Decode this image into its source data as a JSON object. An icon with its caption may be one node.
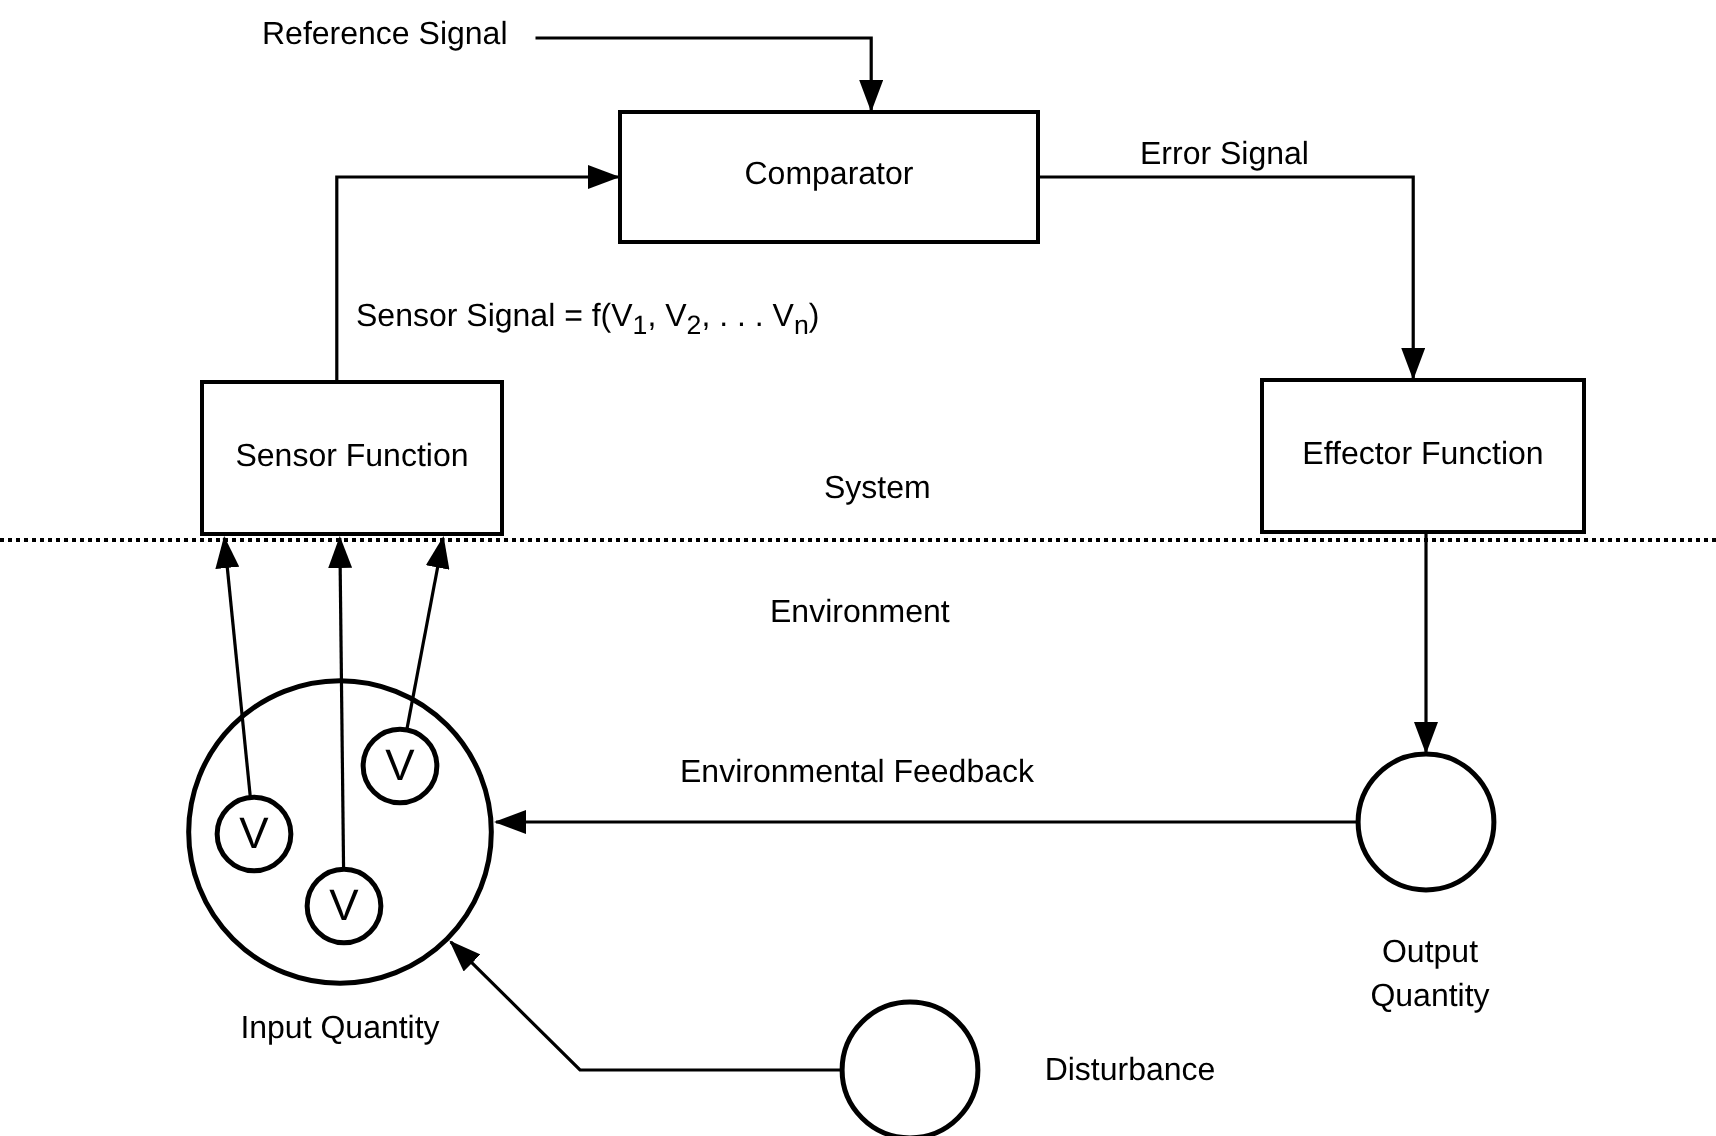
{
  "diagram": {
    "nodes": [
      {
        "text": [
          "Reference Signal"
        ]
      },
      {
        "text": [
          "Comparator"
        ]
      },
      {
        "text": [
          "Sensor Function"
        ]
      },
      {
        "text": [
          "Effector Function"
        ]
      },
      {
        "text": [],
        "shape": "circle",
        "beside": [
          "Input Quantity"
        ]
      },
      {
        "text": [
          "V"
        ],
        "in": 4
      },
      {
        "text": [
          "V"
        ],
        "in": 4
      },
      {
        "text": [
          "V"
        ],
        "in": 4
      },
      {
        "text": [],
        "shape": "circle",
        "beside": [
          "Output Quantity"
        ]
      },
      {
        "text": [],
        "shape": "circle",
        "beside": [
          "Disturbance"
        ]
      }
    ],
    "edges": [
      {
        "from": 0,
        "to": 1,
        "arrow": "to"
      },
      {
        "from": 2,
        "to": 1,
        "arrow": "to",
        "label": "Sensor Signal = f(V$_{1}$, V$_{2}$, . . . V$_{n}$)"
      },
      {
        "from": 1,
        "to": 3,
        "arrow": "to",
        "label": "Error Signal"
      },
      {
        "from": 3,
        "to": 8,
        "arrow": "to"
      },
      {
        "from": 8,
        "to": 4,
        "arrow": "to",
        "label": "Environmental Feedback"
      },
      {
        "from": 9,
        "to": 4,
        "arrow": "to"
      },
      {
        "from": 5,
        "to": 2,
        "arrow": "to"
      },
      {
        "from": 6,
        "to": 2,
        "arrow": "to"
      },
      {
        "from": 7,
        "to": 2,
        "arrow": "to"
      }
    ],
    "labels": [
      "System",
      "Environment"
    ]
  }
}
